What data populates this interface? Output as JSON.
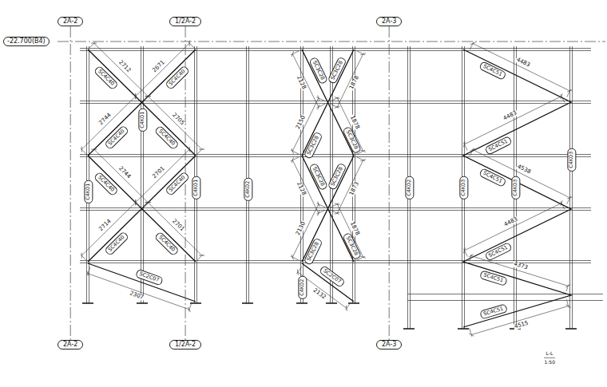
{
  "diagram": {
    "nodes": [
      {
        "text": [
          "-22.700(B4)"
        ]
      },
      {
        "text": [
          "2A-2"
        ]
      },
      {
        "text": [
          "1/2A-2"
        ]
      },
      {
        "text": [
          "2A-3"
        ]
      },
      {
        "text": [
          "2A-2"
        ]
      },
      {
        "text": [
          "1/2A-2"
        ]
      },
      {
        "text": [
          "2A-3"
        ]
      },
      {
        "text": [
          "SC4C40"
        ]
      },
      {
        "text": [
          "SC4C40"
        ]
      },
      {
        "text": [
          "SC4C40"
        ]
      },
      {
        "text": [
          "SC4C40"
        ]
      },
      {
        "text": [
          "SC4C40"
        ]
      },
      {
        "text": [
          "SC4C40"
        ]
      },
      {
        "text": [
          "SC4C40"
        ]
      },
      {
        "text": [
          "SC4C40"
        ]
      },
      {
        "text": [
          "SC2C07"
        ]
      },
      {
        "text": [
          "C4K01"
        ]
      },
      {
        "text": [
          "C4K01"
        ]
      },
      {
        "text": [
          "C4K01"
        ]
      },
      {
        "text": [
          "C4K02"
        ]
      },
      {
        "text": [
          "SC3C28"
        ]
      },
      {
        "text": [
          "SC3C28"
        ]
      },
      {
        "text": [
          "SC3C28"
        ]
      },
      {
        "text": [
          "SC3C28"
        ]
      },
      {
        "text": [
          "SC3C28"
        ]
      },
      {
        "text": [
          "SC3C28"
        ]
      },
      {
        "text": [
          "SC3C28"
        ]
      },
      {
        "text": [
          "SC3C28"
        ]
      },
      {
        "text": [
          "SC2C07"
        ]
      },
      {
        "text": [
          "C4K02"
        ]
      },
      {
        "text": [
          "C4K02"
        ]
      },
      {
        "text": [
          "C4K03"
        ]
      },
      {
        "text": [
          "C4K03"
        ]
      },
      {
        "text": [
          "C4K03"
        ]
      },
      {
        "text": [
          "SC4C51"
        ]
      },
      {
        "text": [
          "SC4C51"
        ]
      },
      {
        "text": [
          "SC4C51"
        ]
      },
      {
        "text": [
          "SC4C51"
        ]
      },
      {
        "text": [
          "SC4C51"
        ]
      },
      {
        "text": [
          "SC4C51"
        ]
      }
    ],
    "edges": [
      {
        "from": 1,
        "to": 4,
        "arrow": "none"
      },
      {
        "from": 2,
        "to": 5,
        "arrow": "none"
      },
      {
        "from": 3,
        "to": 6,
        "arrow": "none"
      }
    ],
    "labels": [
      "2712",
      "2671",
      "2744",
      "2705",
      "2744",
      "2701",
      "2714",
      "2701",
      "2307",
      "2128",
      "1878",
      "2150",
      "1878",
      "2128",
      "1873",
      "2130",
      "1878",
      "2132",
      "4483",
      "4483",
      "4538",
      "4483",
      "4373",
      "4515",
      "L-L",
      "1:50"
    ]
  }
}
